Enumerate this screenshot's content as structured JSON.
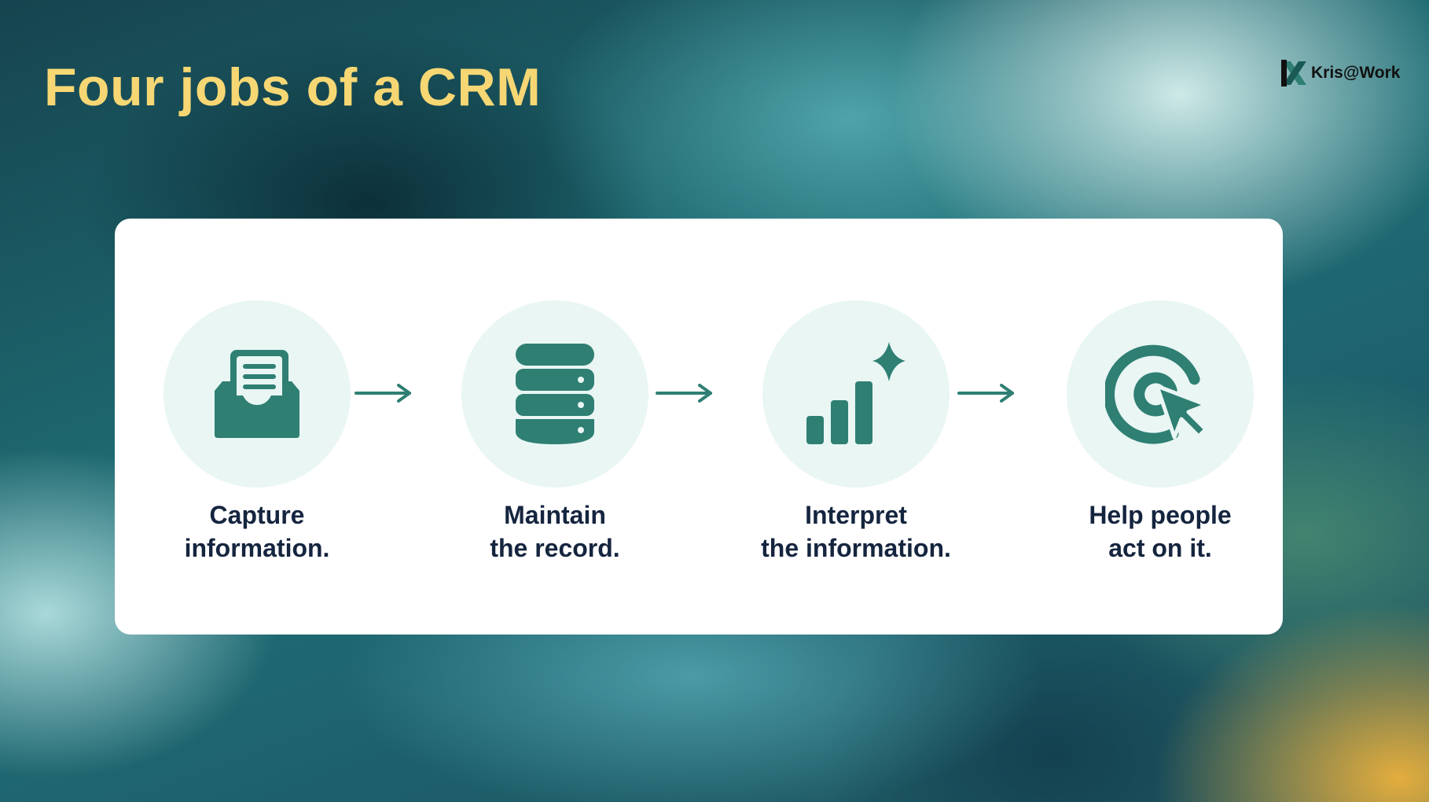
{
  "slide": {
    "title": "Four jobs of a CRM",
    "brand": {
      "name": "Kris@Work",
      "icon": "x-logo-icon"
    }
  },
  "colors": {
    "title": "#f6d774",
    "icon": "#2f7f73",
    "icon_circle": "#e9f6f4",
    "label": "#15253f",
    "card": "#ffffff"
  },
  "steps": [
    {
      "icon": "inbox-tray-icon",
      "line1": "Capture",
      "line2": "information."
    },
    {
      "icon": "database-icon",
      "line1": "Maintain",
      "line2": "the record."
    },
    {
      "icon": "bar-chart-sparkle-icon",
      "line1": "Interpret",
      "line2": "the information."
    },
    {
      "icon": "target-cursor-icon",
      "line1": "Help people",
      "line2": "act on it."
    }
  ]
}
